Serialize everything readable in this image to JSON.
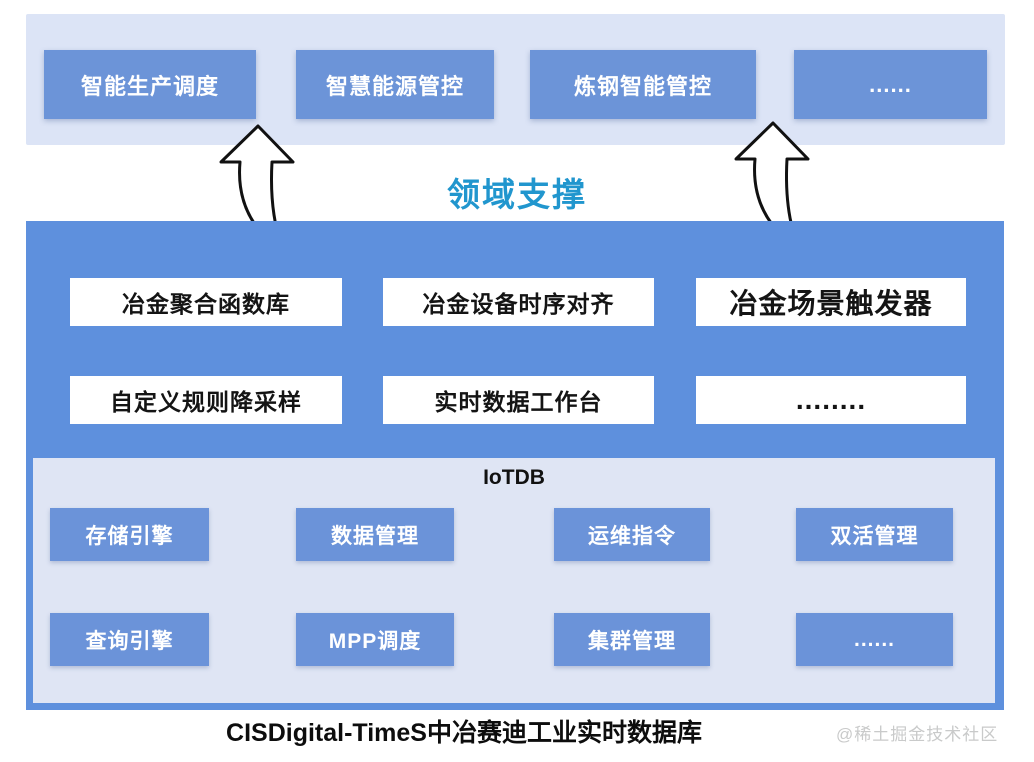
{
  "colors": {
    "band_background": "#dce4f6",
    "app_box_blue": "#6c94d8",
    "platform_blue": "#5e90dd",
    "iotdb_panel_background": "#dfe5f4",
    "module_box_blue": "#6b93d9",
    "domain_title_blue": "#2196ce",
    "arrow_outline": "#111111",
    "watermark_gray": "#c9caca"
  },
  "top_apps": [
    "智能生产调度",
    "智慧能源管控",
    "炼钢智能管控",
    "......"
  ],
  "domain_title": "领域支撑",
  "features": {
    "row1": [
      "冶金聚合函数库",
      "冶金设备时序对齐",
      "冶金场景触发器"
    ],
    "row2": [
      "自定义规则降采样",
      "实时数据工作台",
      "........"
    ]
  },
  "iotdb": {
    "title": "IoTDB",
    "row1": [
      "存储引擎",
      "数据管理",
      "运维指令",
      "双活管理"
    ],
    "row2": [
      "查询引擎",
      "MPP调度",
      "集群管理",
      "......"
    ]
  },
  "caption": "CISDigital-TimeS中冶赛迪工业实时数据库",
  "watermark": "@稀土掘金技术社区"
}
